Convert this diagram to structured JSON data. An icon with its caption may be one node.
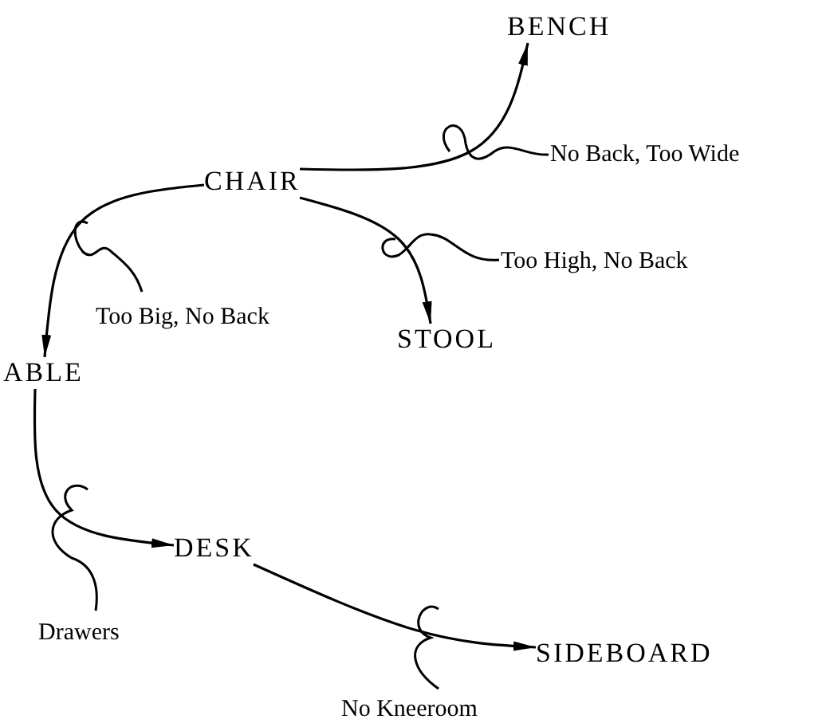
{
  "diagram": {
    "nodes": [
      {
        "text": [
          "BENCH"
        ]
      },
      {
        "text": [
          "CHAIR"
        ]
      },
      {
        "text": [
          "STOOL"
        ]
      },
      {
        "text": [
          "ABLE"
        ]
      },
      {
        "text": [
          "DESK"
        ]
      },
      {
        "text": [
          "SIDEBOARD"
        ]
      }
    ],
    "edges": [
      {
        "from": 1,
        "to": 0,
        "arrow": "to",
        "label": "No Back, Too Wide"
      },
      {
        "from": 1,
        "to": 2,
        "arrow": "to",
        "label": "Too High, No Back"
      },
      {
        "from": 1,
        "to": 3,
        "arrow": "to",
        "label": "Too Big, No Back"
      },
      {
        "from": 3,
        "to": 4,
        "arrow": "to",
        "label": "Drawers"
      },
      {
        "from": 4,
        "to": 5,
        "arrow": "to",
        "label": "No Kneeroom"
      }
    ]
  }
}
